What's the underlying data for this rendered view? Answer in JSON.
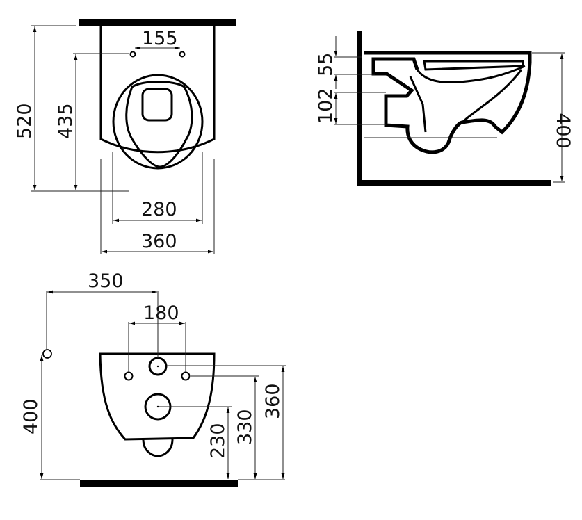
{
  "drawing": {
    "subject": "Wall-hung toilet dimensional drawing",
    "units": "mm",
    "colors": {
      "line": "#000000",
      "dimension": "#222222",
      "background": "#ffffff"
    }
  },
  "top_view": {
    "dimensions": {
      "fixing_holes_spacing": "155",
      "overall_depth": "520",
      "fixing_to_front": "435",
      "bowl_opening_width": "280",
      "overall_width": "360"
    }
  },
  "side_view": {
    "dimensions": {
      "top_to_inlet": "55",
      "inlet_to_outlet": "102",
      "mounting_height": "400"
    }
  },
  "front_view": {
    "dimensions": {
      "water_supply_offset": "350",
      "fixing_bolt_spacing": "180",
      "water_supply_height": "400",
      "outlet_height": "230",
      "fixing_bolt_height": "330",
      "inlet_height": "360"
    }
  }
}
